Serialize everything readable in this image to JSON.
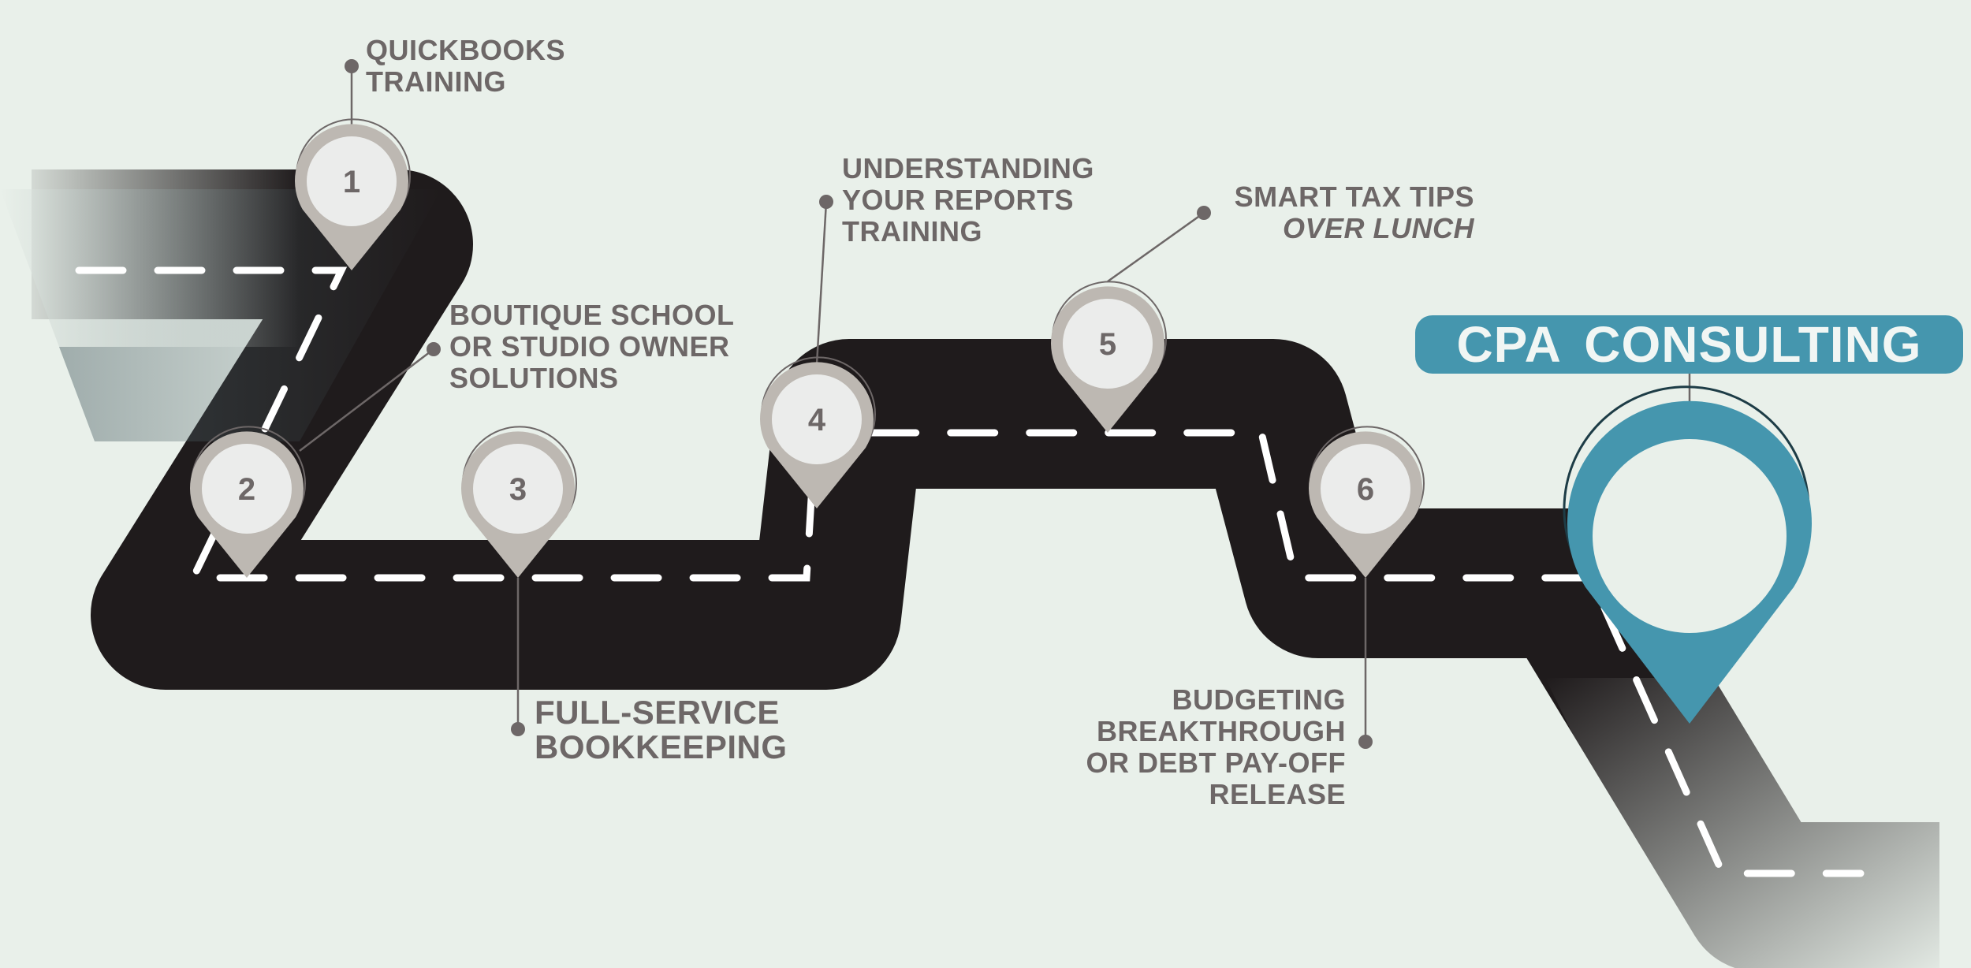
{
  "steps": [
    {
      "number": "1",
      "lines": [
        "QUICKBOOKS",
        "TRAINING"
      ]
    },
    {
      "number": "2",
      "lines": [
        "BOUTIQUE SCHOOL",
        "OR STUDIO OWNER",
        "SOLUTIONS"
      ]
    },
    {
      "number": "3",
      "lines": [
        "FULL-SERVICE",
        "BOOKKEEPING"
      ]
    },
    {
      "number": "4",
      "lines": [
        "UNDERSTANDING",
        "YOUR REPORTS",
        "TRAINING"
      ]
    },
    {
      "number": "5",
      "lines": [
        "SMART TAX TIPS",
        "OVER LUNCH"
      ]
    },
    {
      "number": "6",
      "lines": [
        "BUDGETING",
        "BREAKTHROUGH",
        "OR DEBT PAY-OFF",
        "RELEASE"
      ]
    }
  ],
  "destination": {
    "label": "CPA CONSULTING"
  },
  "colors": {
    "background": "#e9f0ea",
    "road": "#1f1b1c",
    "pin_gray": "#bdb8b2",
    "pin_inner": "#ebeceb",
    "label_gray": "#6d6767",
    "accent_teal": "#4596ae"
  }
}
